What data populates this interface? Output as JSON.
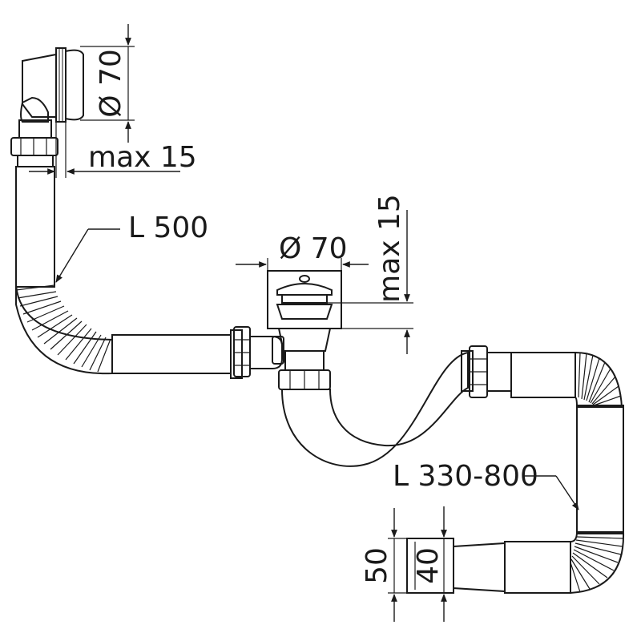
{
  "labels": {
    "overflow_diameter": "Ø 70",
    "overflow_max": "max 15",
    "hose_left_length": "L 500",
    "waste_diameter": "Ø 70",
    "waste_max": "max 15",
    "hose_right_length": "L 330-800",
    "outlet_outer": "50",
    "outlet_inner": "40"
  },
  "colors": {
    "line": "#1a1a1a",
    "hose_fill": "#f4f4f4",
    "pipe_fill": "#ffffff"
  }
}
